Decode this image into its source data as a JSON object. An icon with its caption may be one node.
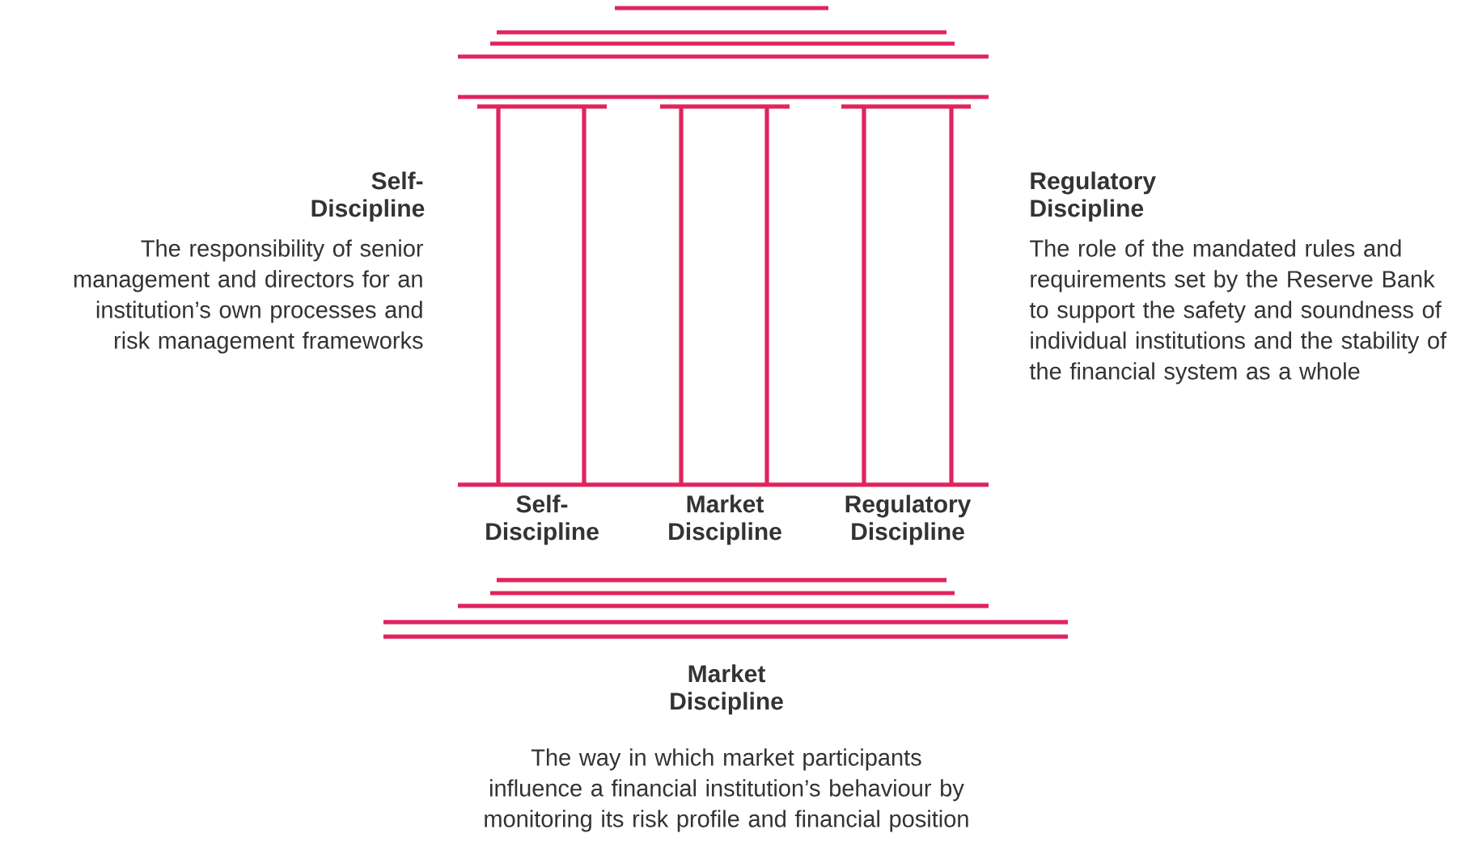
{
  "diagram": {
    "labels": [
      "Self-Discipline",
      "The responsibility of senior management and directors for an institution’s own processes and risk management frameworks",
      "Regulatory Discipline",
      "The role of the mandated rules and requirements set by the Reserve Bank to support the safety and soundness of individual institutions and the stability of the financial system as a whole",
      "Self-Discipline",
      "Market Discipline",
      "Regulatory Discipline",
      "Market Discipline",
      "The way in which market participants influence a financial institution’s behaviour by monitoring its risk profile and financial position"
    ]
  }
}
